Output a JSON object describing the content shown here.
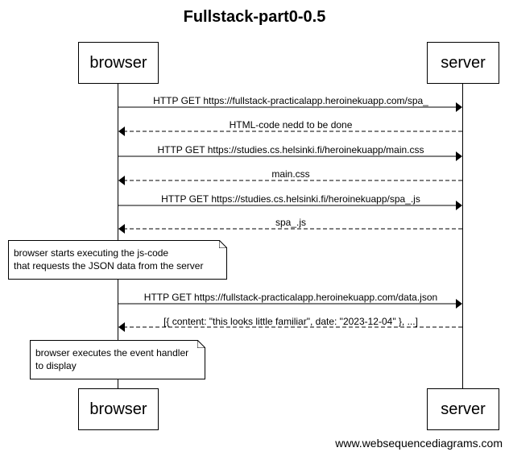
{
  "title": "Fullstack-part0-0.5",
  "actors": {
    "left": "browser",
    "right": "server"
  },
  "messages": [
    {
      "text": "HTTP GET https://fullstack-practicalapp.heroinekuapp.com/spa_",
      "direction": "right",
      "style": "solid"
    },
    {
      "text": "HTML-code nedd to be done",
      "direction": "left",
      "style": "dashed"
    },
    {
      "text": "HTTP GET https://studies.cs.helsinki.fi/heroinekuapp/main.css",
      "direction": "right",
      "style": "solid"
    },
    {
      "text": "main.css",
      "direction": "left",
      "style": "dashed"
    },
    {
      "text": "HTTP GET https://studies.cs.helsinki.fi/heroinekuapp/spa_.js",
      "direction": "right",
      "style": "solid"
    },
    {
      "text": "spa_.js",
      "direction": "left",
      "style": "dashed"
    },
    {
      "text": "HTTP GET https://fullstack-practicalapp.heroinekuapp.com/data.json",
      "direction": "right",
      "style": "solid"
    },
    {
      "text": "[{ content: \"this looks little familiar\", date: \"2023-12-04\" }, ...]",
      "direction": "left",
      "style": "dashed"
    }
  ],
  "notes": [
    {
      "line1": "browser starts executing the js-code",
      "line2": "that requests the JSON data from the server"
    },
    {
      "line1": "browser executes the event handler",
      "line2": "to display"
    }
  ],
  "footer": "www.websequencediagrams.com"
}
